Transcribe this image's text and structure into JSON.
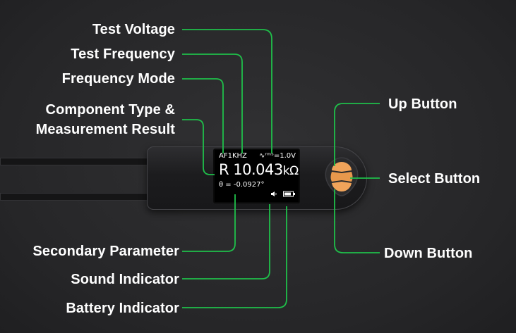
{
  "labels_left": {
    "test_voltage": "Test Voltage",
    "test_frequency": "Test Frequency",
    "frequency_mode": "Frequency Mode",
    "component_type_line1": "Component Type &",
    "component_type_line2": "Measurement Result",
    "secondary_parameter": "Secondary Parameter",
    "sound_indicator": "Sound Indicator",
    "battery_indicator": "Battery Indicator"
  },
  "labels_right": {
    "up_button": "Up Button",
    "select_button": "Select Button",
    "down_button": "Down Button"
  },
  "screen": {
    "frequency_mode": "AF",
    "test_frequency": "1KHZ",
    "voltage_symbol": "∿ʳᵐˢ",
    "test_voltage": "=1.0V",
    "component_type": "R",
    "measurement_value": "10.043",
    "measurement_unit": "kΩ",
    "secondary_parameter": "θ = -0.0927°"
  },
  "colors": {
    "leader_line": "#1fbf4a",
    "button_orange": "#f0a35a",
    "background": "#2b2b2d"
  }
}
